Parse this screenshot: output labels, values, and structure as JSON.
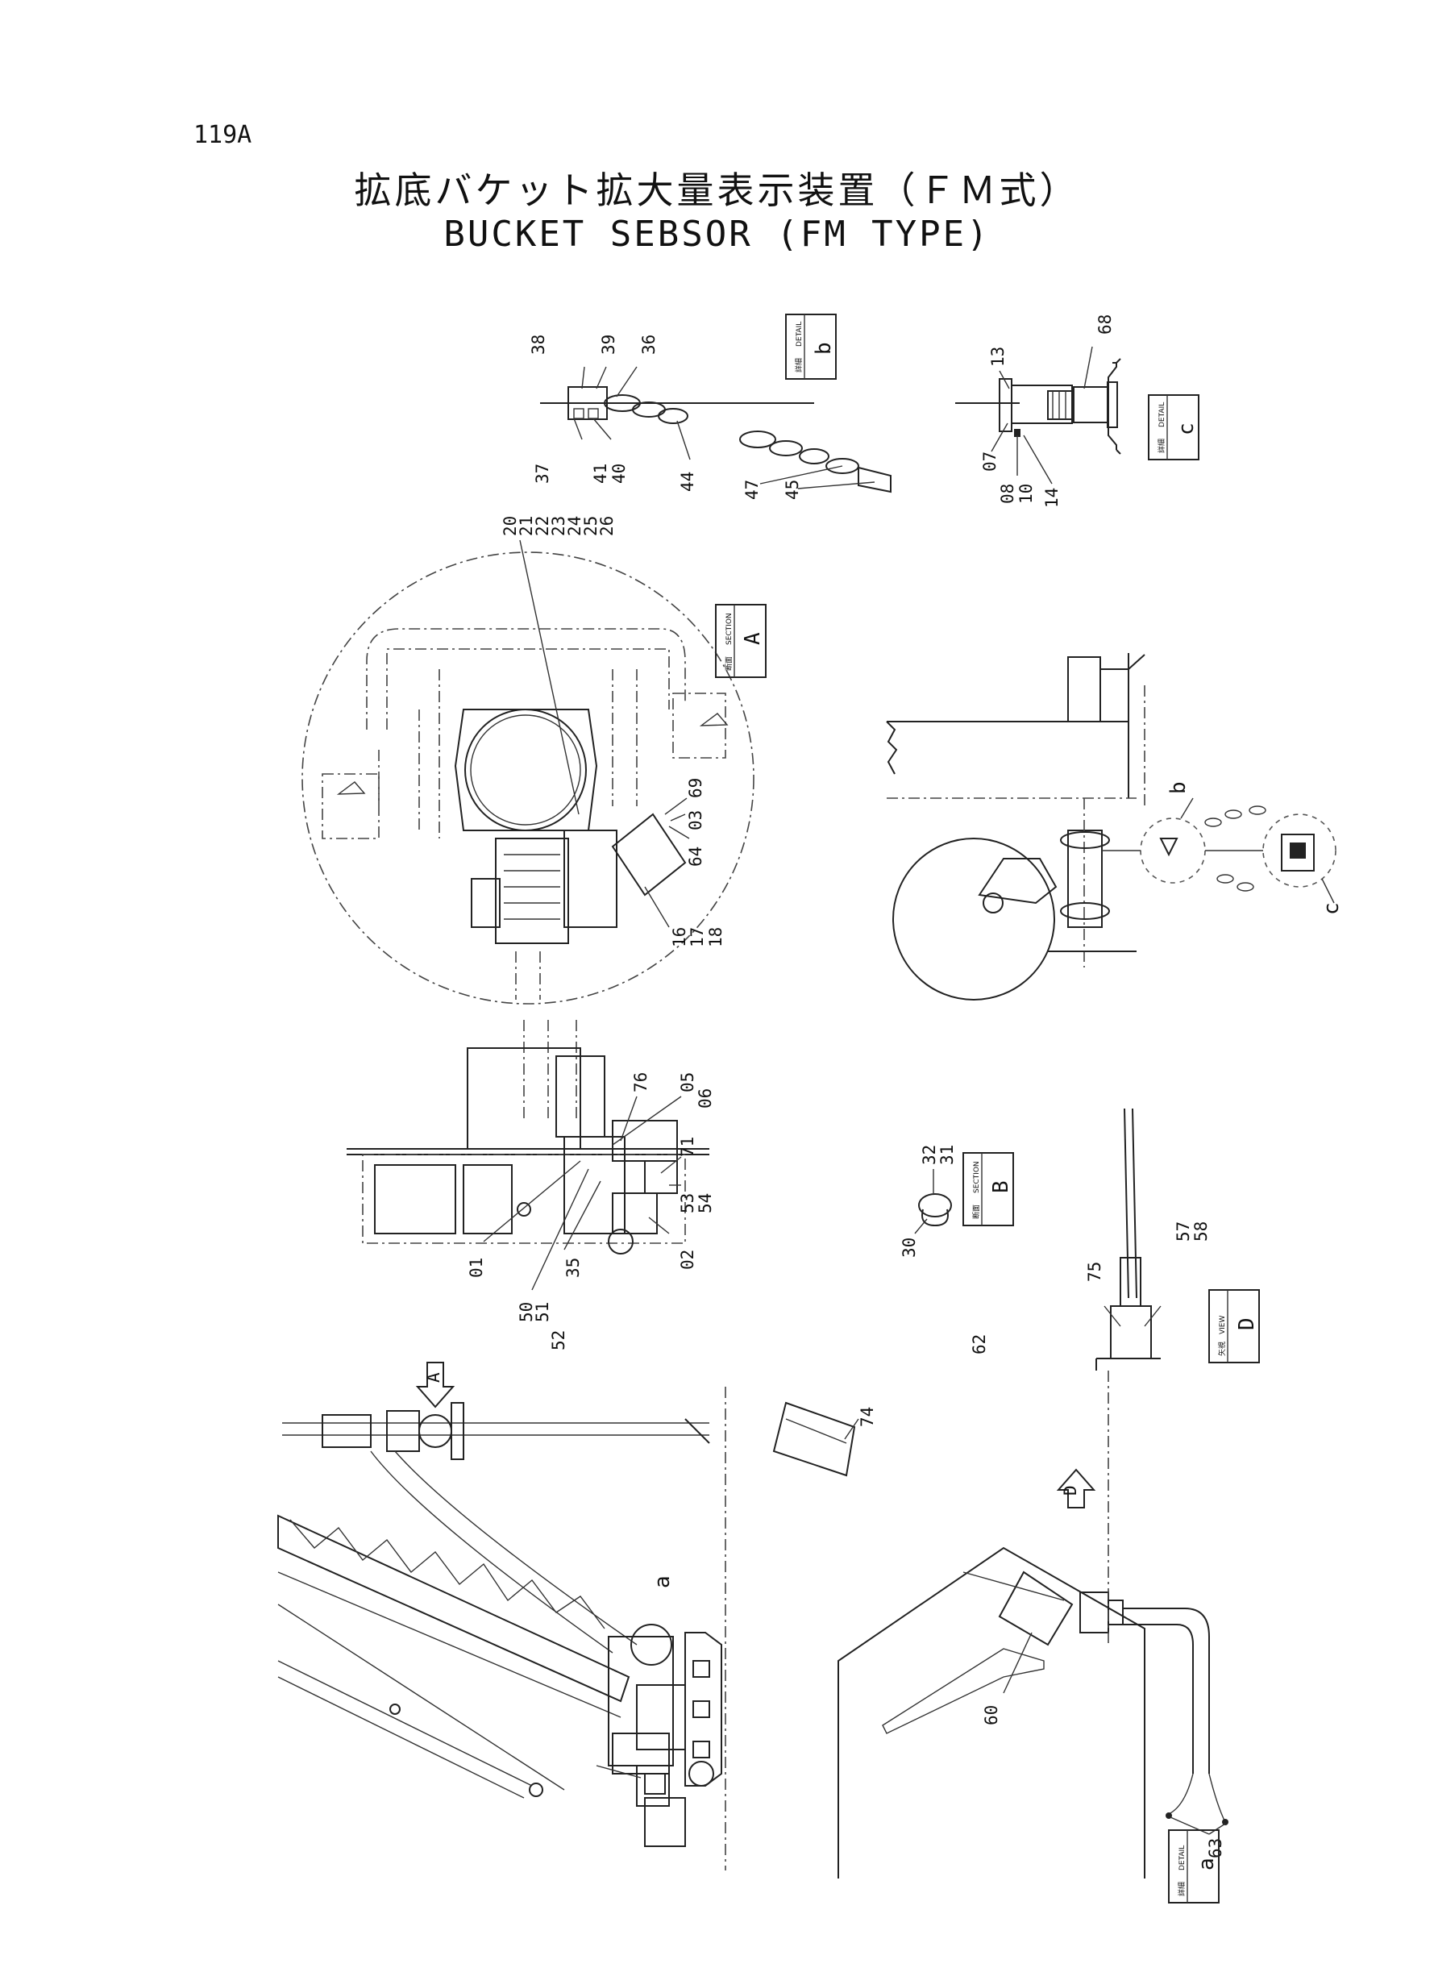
{
  "page_number": "119A",
  "title_jp": "拡底バケット拡大量表示装置（ＦＭ式）",
  "title_en": "BUCKET SEBSOR (FM TYPE)",
  "view_tags": {
    "detail_b": {
      "kanji": "詳細",
      "en": "DETAIL",
      "letter": "b"
    },
    "detail_c": {
      "kanji": "詳細",
      "en": "DETAIL",
      "letter": "c"
    },
    "section_a": {
      "kanji": "断面",
      "en": "SECTION",
      "letter": "A"
    },
    "section_b": {
      "kanji": "断面",
      "en": "SECTION",
      "letter": "B"
    },
    "view_d": {
      "kanji": "矢視",
      "en": "VIEW",
      "letter": "D"
    },
    "detail_a": {
      "kanji": "詳細",
      "en": "DETAIL",
      "letter": "a"
    }
  },
  "callouts": {
    "detail_b": [
      "38",
      "39",
      "36",
      "37",
      "41",
      "40",
      "44",
      "47",
      "45"
    ],
    "detail_c": [
      "13",
      "68",
      "07",
      "08",
      "10",
      "14"
    ],
    "section_a": [
      "20",
      "21",
      "22",
      "23",
      "24",
      "25",
      "26",
      "69",
      "03",
      "64",
      "16",
      "17",
      "18"
    ],
    "mid_left": [
      "76",
      "05",
      "06",
      "71",
      "53",
      "54",
      "02",
      "01",
      "35",
      "50",
      "51",
      "52"
    ],
    "section_b": [
      "32",
      "31",
      "30"
    ],
    "view_d": [
      "57",
      "58",
      "75"
    ],
    "detail_a": [
      "62",
      "60",
      "63",
      "74"
    ],
    "reference_letters": {
      "b": "b",
      "c": "c",
      "a": "a",
      "A": "A",
      "D": "D",
      "dash": "~"
    }
  },
  "colors": {
    "line": "#222222",
    "paper": "#ffffff"
  }
}
